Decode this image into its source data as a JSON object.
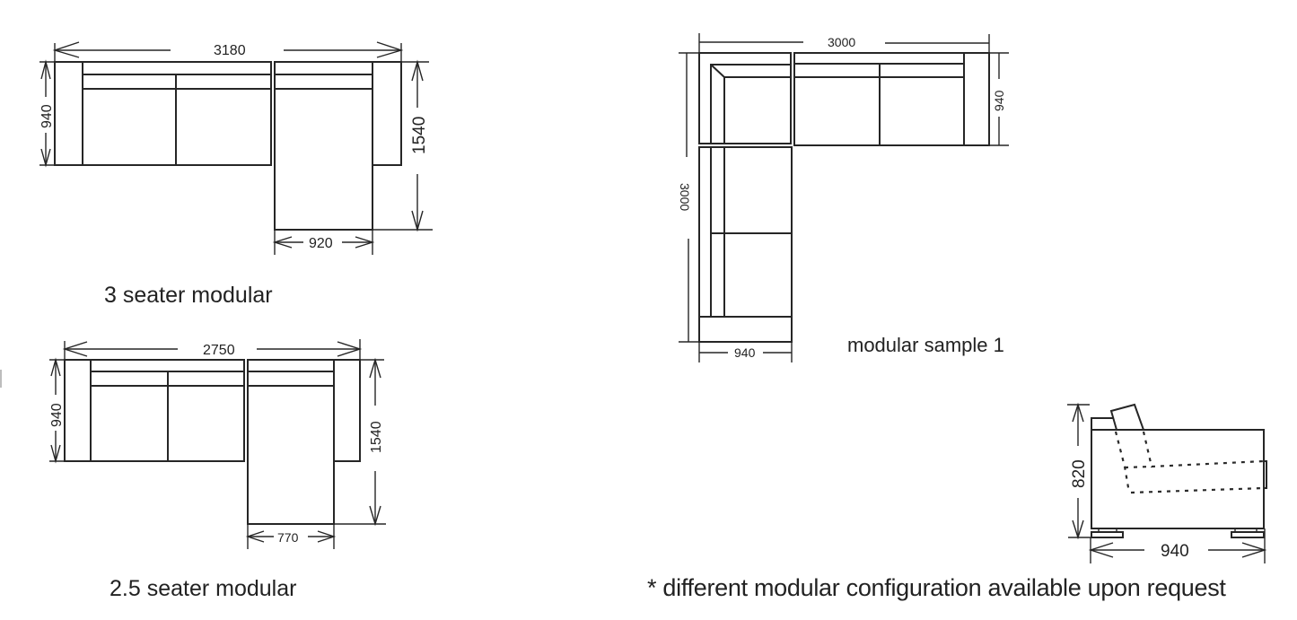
{
  "drawings": {
    "three_seater": {
      "caption": "3 seater modular",
      "dims": {
        "overall_width": "3180",
        "depth": "940",
        "chaise_length": "1540",
        "chaise_width": "920"
      }
    },
    "two_half_seater": {
      "caption": "2.5 seater modular",
      "dims": {
        "overall_width": "2750",
        "depth": "940",
        "chaise_length": "1540",
        "chaise_width": "770"
      }
    },
    "modular_sample": {
      "caption": "modular sample 1",
      "dims": {
        "top_width": "3000",
        "side_length": "3000",
        "depth_right": "940",
        "depth_bottom": "940"
      }
    },
    "side_view": {
      "dims": {
        "height": "820",
        "depth": "940"
      }
    }
  },
  "footnote": "* different modular configuration available upon request",
  "colors": {
    "line": "#262626",
    "text": "#222222",
    "background": "#ffffff"
  }
}
